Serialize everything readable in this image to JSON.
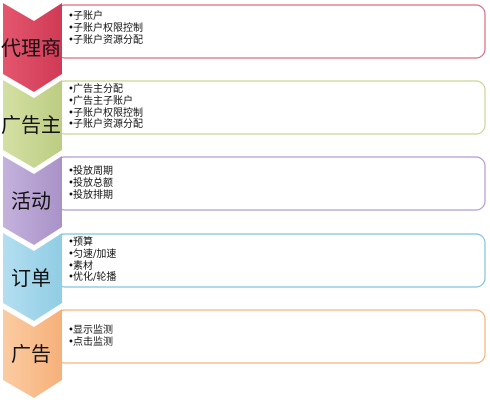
{
  "stages": [
    {
      "title": "代理商",
      "chevron_color": "#d8415c",
      "border_color": "#e06b7e",
      "items": [
        "子账户",
        "子账户权限控制",
        "子账户资源分配"
      ]
    },
    {
      "title": "广告主",
      "chevron_color": "#c8d692",
      "border_color": "#c8d692",
      "items": [
        "广告主分配",
        "广告主子账户",
        "子账户权限控制",
        "子账户资源分配"
      ]
    },
    {
      "title": "活动",
      "chevron_color": "#b7a2d2",
      "border_color": "#b39ad4",
      "items": [
        "投放周期",
        "投放总额",
        "投放排期"
      ]
    },
    {
      "title": "订单",
      "chevron_color": "#a4d6e8",
      "border_color": "#7ec4df",
      "items": [
        "预算",
        "匀速/加速",
        "素材",
        "优化/轮播"
      ]
    },
    {
      "title": "广告",
      "chevron_color": "#f8be8c",
      "border_color": "#f7b27a",
      "items": [
        "显示监测",
        "点击监测"
      ]
    }
  ],
  "bullet": "•"
}
